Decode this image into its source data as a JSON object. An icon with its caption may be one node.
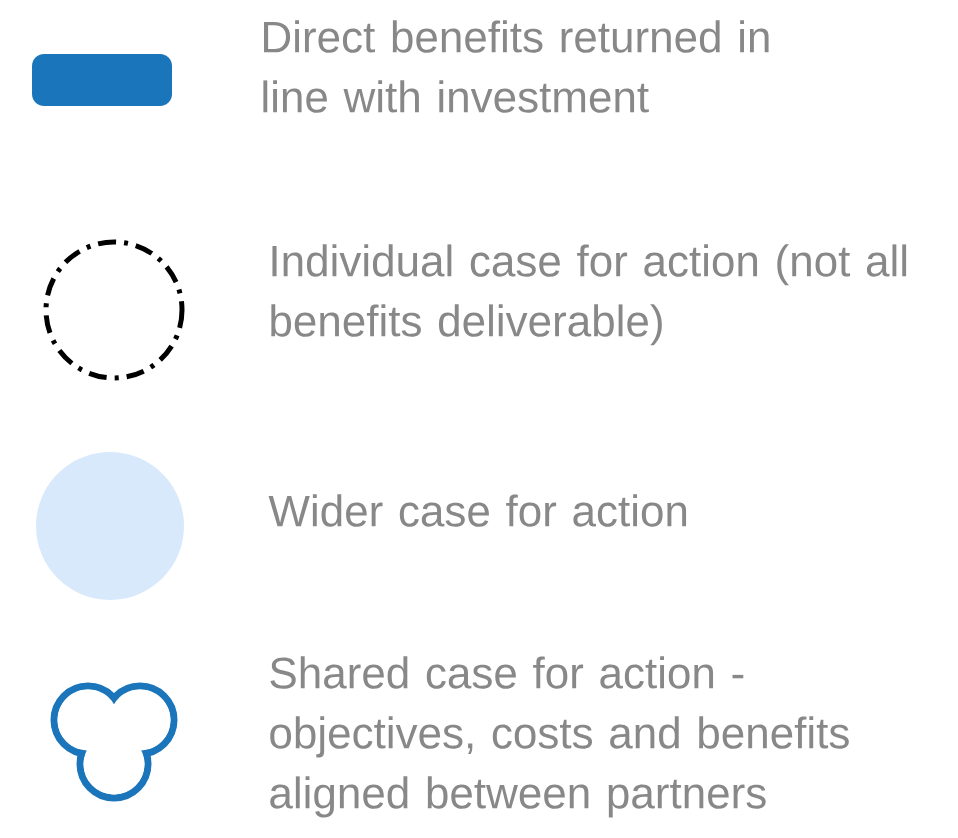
{
  "diagram": {
    "legend": [
      {
        "text": "Direct benefits returned in line with investment",
        "color": "#1a75bb"
      },
      {
        "text": "Individual case for action (not all benefits deliverable)"
      },
      {
        "text": "Wider case for action",
        "color": "#d8e9fc"
      },
      {
        "text": "Shared case for action - objectives, costs and benefits aligned between partners"
      }
    ]
  }
}
